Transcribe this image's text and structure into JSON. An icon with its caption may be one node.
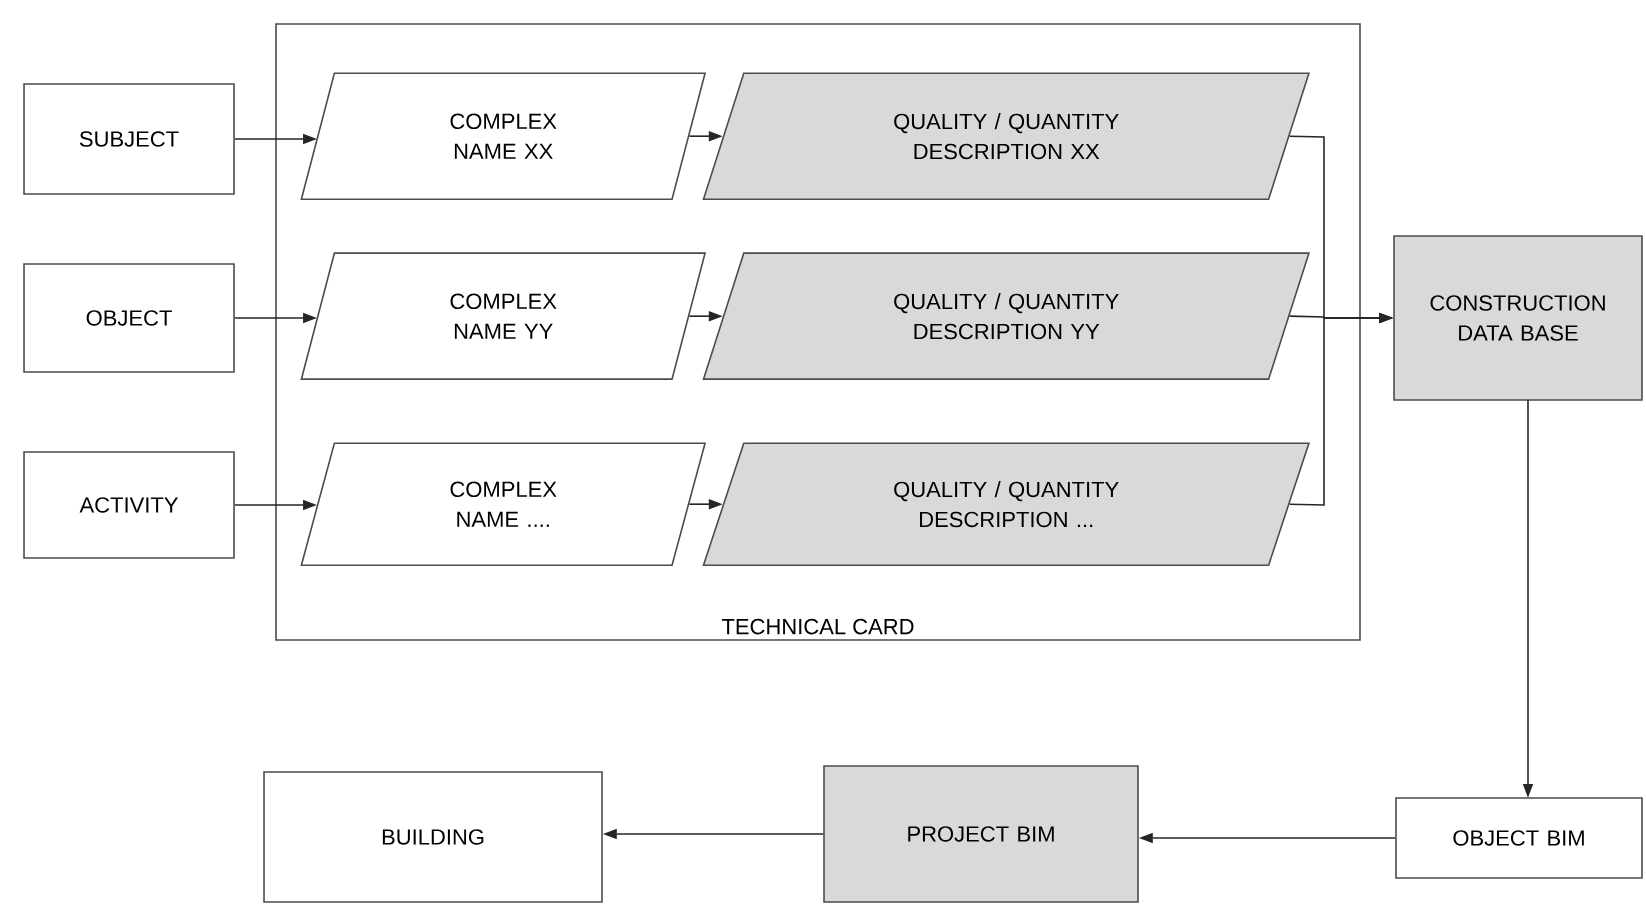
{
  "diagram": {
    "nodes": [
      {
        "text": [
          "TECHNICAL CARD"
        ]
      },
      {
        "text": [
          "SUBJECT"
        ]
      },
      {
        "text": [
          "OBJECT"
        ]
      },
      {
        "text": [
          "ACTIVITY"
        ]
      },
      {
        "text": [
          "COMPLEX NAME XX"
        ],
        "in": 0
      },
      {
        "text": [
          "QUALITY / QUANTITY DESCRIPTION XX"
        ],
        "in": 0
      },
      {
        "text": [
          "COMPLEX NAME YY"
        ],
        "in": 0
      },
      {
        "text": [
          "QUALITY / QUANTITY DESCRIPTION YY"
        ],
        "in": 0
      },
      {
        "text": [
          "COMPLEX NAME ...."
        ],
        "in": 0
      },
      {
        "text": [
          "QUALITY / QUANTITY DESCRIPTION ..."
        ],
        "in": 0
      },
      {
        "text": [
          "CONSTRUCTION DATA BASE"
        ]
      },
      {
        "text": [
          "OBJECT BIM"
        ]
      },
      {
        "text": [
          "PROJECT BIM"
        ]
      },
      {
        "text": [
          "BUILDING"
        ]
      }
    ],
    "edges": [
      {
        "from": 1,
        "to": 4,
        "arrow": "to"
      },
      {
        "from": 4,
        "to": 5,
        "arrow": "to"
      },
      {
        "from": 2,
        "to": 6,
        "arrow": "to"
      },
      {
        "from": 6,
        "to": 7,
        "arrow": "to"
      },
      {
        "from": 3,
        "to": 8,
        "arrow": "to"
      },
      {
        "from": 8,
        "to": 9,
        "arrow": "to"
      },
      {
        "from": 5,
        "to": 10,
        "arrow": "to"
      },
      {
        "from": 7,
        "to": 10,
        "arrow": "to"
      },
      {
        "from": 9,
        "to": 10,
        "arrow": "to"
      },
      {
        "from": 10,
        "to": 11,
        "arrow": "to"
      },
      {
        "from": 11,
        "to": 12,
        "arrow": "to"
      },
      {
        "from": 12,
        "to": 13,
        "arrow": "to"
      }
    ]
  }
}
